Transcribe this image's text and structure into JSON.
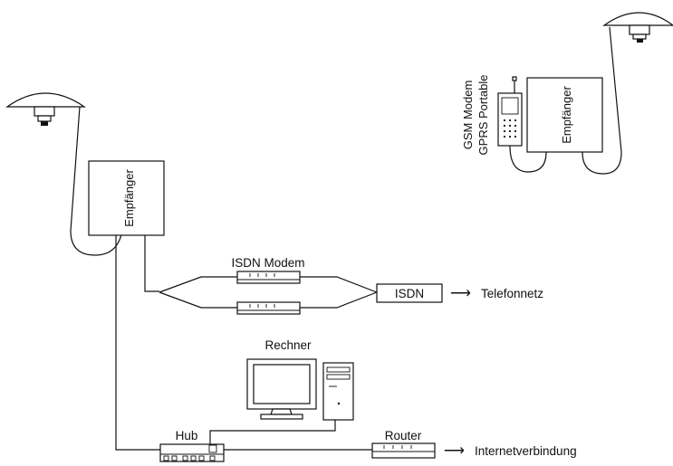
{
  "diagram": {
    "receiver_left_label": "Empfänger",
    "receiver_right_label": "Empfänger",
    "gsm_label_line1": "GSM Modem",
    "gsm_label_line2": "GPRS Portable",
    "isdn_modem_label": "ISDN Modem",
    "isdn_box_label": "ISDN",
    "telefonnetz_label": "Telefonnetz",
    "rechner_label": "Rechner",
    "hub_label": "Hub",
    "router_label": "Router",
    "internet_label": "Internetverbindung",
    "arrow_glyph": "⟶"
  }
}
